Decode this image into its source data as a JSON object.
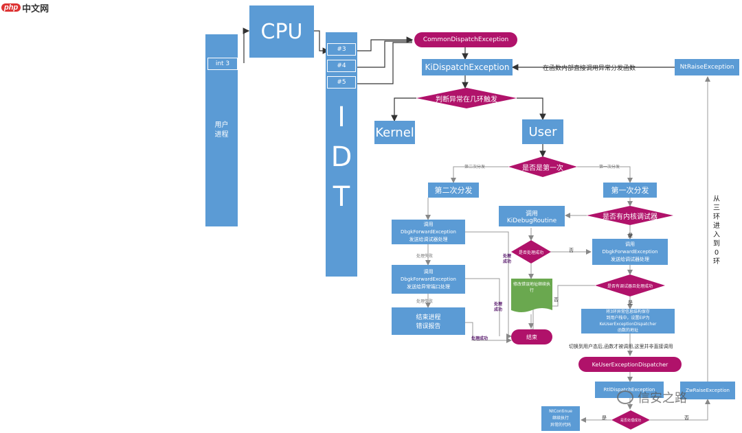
{
  "logo": {
    "php": "php",
    "cn": "中文网"
  },
  "user_process": {
    "label": "用户进程",
    "int3": "int 3"
  },
  "cpu": {
    "label": "CPU"
  },
  "idt": {
    "label": "IDT",
    "letters": [
      "I",
      "D",
      "T"
    ],
    "entries": [
      "#3",
      "#4",
      "#5"
    ]
  },
  "common_dispatch": "CommonDispatchException",
  "ki_dispatch": "KiDispatchException",
  "nt_raise": "NtRaiseException",
  "direct_call_note": "在函数内部直接调用异常分发函数",
  "judge_ring": "判断异常在几环触发",
  "kernel": "Kernel",
  "user": "User",
  "is_first": "是否是第一次",
  "second_dispatch_edge": "第二次分发",
  "first_dispatch_edge": "第一次分发",
  "second_dispatch": "第二次分发",
  "first_dispatch": "第一次分发",
  "call_kidebug": {
    "line1": "调用",
    "line2": "KiDebugRoutine"
  },
  "has_kernel_debugger": "是否有内核调试器",
  "left_col": {
    "box1": {
      "line1": "调用",
      "line2": "DbgkForwardException",
      "line3": "发送给调试器处理"
    },
    "fail1": "处理失败",
    "box2": {
      "line1": "调用",
      "line2": "DbgkForwardException",
      "line3": "发送给异常端口处理"
    },
    "fail2": "处理失败",
    "box3": {
      "line1": "结束进程",
      "line2": "错误报告"
    },
    "success_a": "处理成功",
    "success_b": "处理成功",
    "success_c": "处理成功"
  },
  "handled_diamond": "是否处理成功",
  "no_label": "否",
  "yes_label": "是",
  "yes_label2": "是",
  "yes_label3": "是",
  "no_label2": "否",
  "green_box": "修改错误地址继续执行",
  "end": "结束",
  "right_col": {
    "box1": {
      "line1": "调用",
      "line2": "DbgkForwardException",
      "line3": "发送给调试器处理"
    },
    "debugger_handled": "是否有调试器且处理成功",
    "box2": {
      "line1": "将3环异常信息结构保存",
      "line2": "到用户栈中，设置EIP为",
      "line3": "KeUserExceptionDispatcher",
      "line4": "函数的地址"
    },
    "switch_note": "切换到用户态后,函数才被调用,这里并非直接调用",
    "ke_user": "KeUserExceptionDispatcher",
    "rtl_dispatch": "RtlDispatchException",
    "zw_raise": "ZwRaiseException",
    "handled_q": "是否处理成功",
    "zw_continue": {
      "line1": "NtContinue",
      "line2": "继续执行",
      "line3": "异常的代码"
    }
  },
  "ring3_vertical": [
    "从",
    "三",
    "环",
    "进",
    "入",
    "到",
    "0",
    "环"
  ],
  "watermark": "信安之路",
  "colors": {
    "blue": "#5b9bd5",
    "magenta": "#b0126a",
    "green": "#6aa84f"
  }
}
